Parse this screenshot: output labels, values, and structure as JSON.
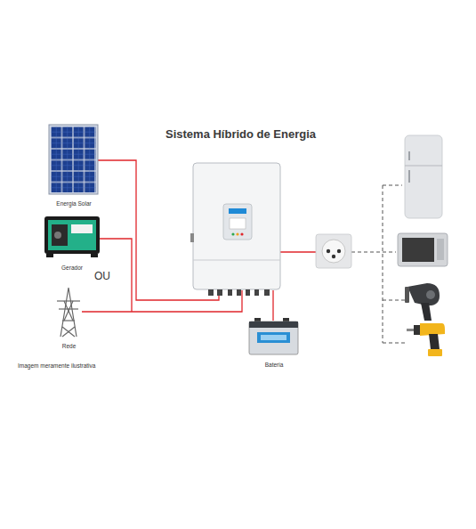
{
  "diagram": {
    "title": "Sistema Híbrido de Energia",
    "nodes": [
      {
        "text": [
          "Energia Solar"
        ]
      },
      {
        "text": [
          "Gerador"
        ]
      },
      {
        "text": [
          "Rede"
        ]
      },
      {
        "text": [
          "Bateria"
        ]
      }
    ],
    "labels": [
      "OU",
      "Imagem meramente ilustrativa"
    ]
  }
}
